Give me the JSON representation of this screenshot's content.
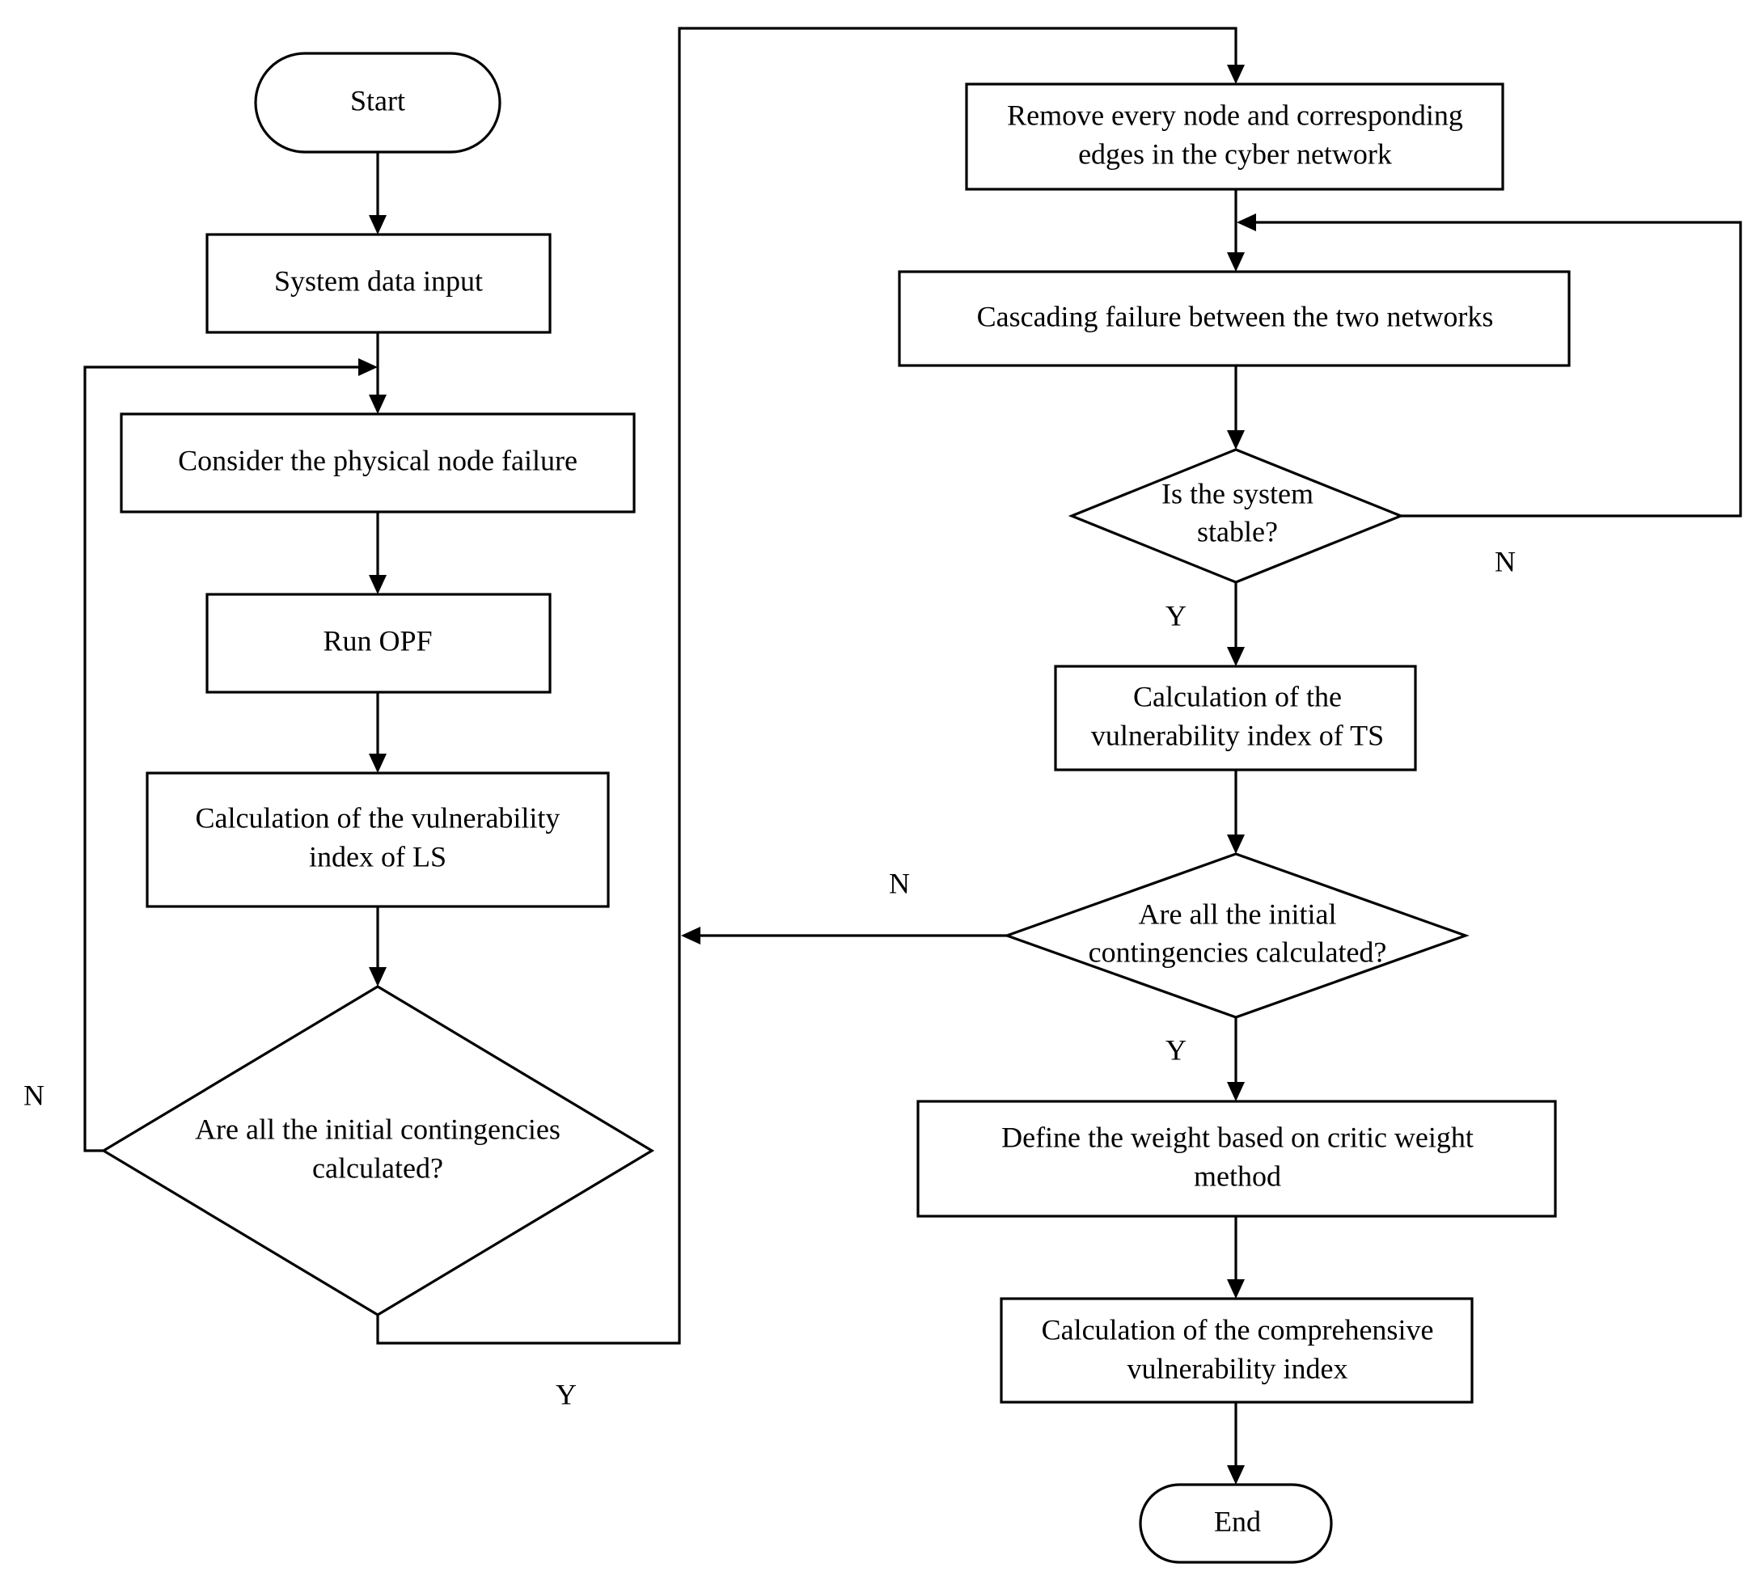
{
  "nodes": {
    "start": "Start",
    "data_input": "System data input",
    "physical_failure": "Consider the physical node failure",
    "run_opf": "Run OPF",
    "ls_index": {
      "line1": "Calculation of the vulnerability",
      "line2": "index of LS"
    },
    "ls_decision": {
      "line1": "Are all the initial contingencies",
      "line2": "calculated?"
    },
    "remove_nodes": {
      "line1": "Remove every node and corresponding",
      "line2": "edges in the cyber network"
    },
    "cascading": "Cascading failure between the two networks",
    "stable_decision": {
      "line1": "Is the system",
      "line2": "stable?"
    },
    "ts_index": {
      "line1": "Calculation of the",
      "line2": "vulnerability index of TS"
    },
    "ts_decision": {
      "line1": "Are all the initial",
      "line2": "contingencies calculated?"
    },
    "weight": {
      "line1": "Define the  weight based on critic weight",
      "line2": "method"
    },
    "comprehensive": {
      "line1": "Calculation of the comprehensive",
      "line2": "vulnerability index"
    },
    "end": "End"
  },
  "branch_labels": {
    "ls_no": "N",
    "ls_yes": "Y",
    "stable_no": "N",
    "stable_yes": "Y",
    "ts_no": "N",
    "ts_yes": "Y"
  },
  "colors": {
    "stroke": "#000000",
    "fill": "#ffffff",
    "text": "#000000"
  }
}
